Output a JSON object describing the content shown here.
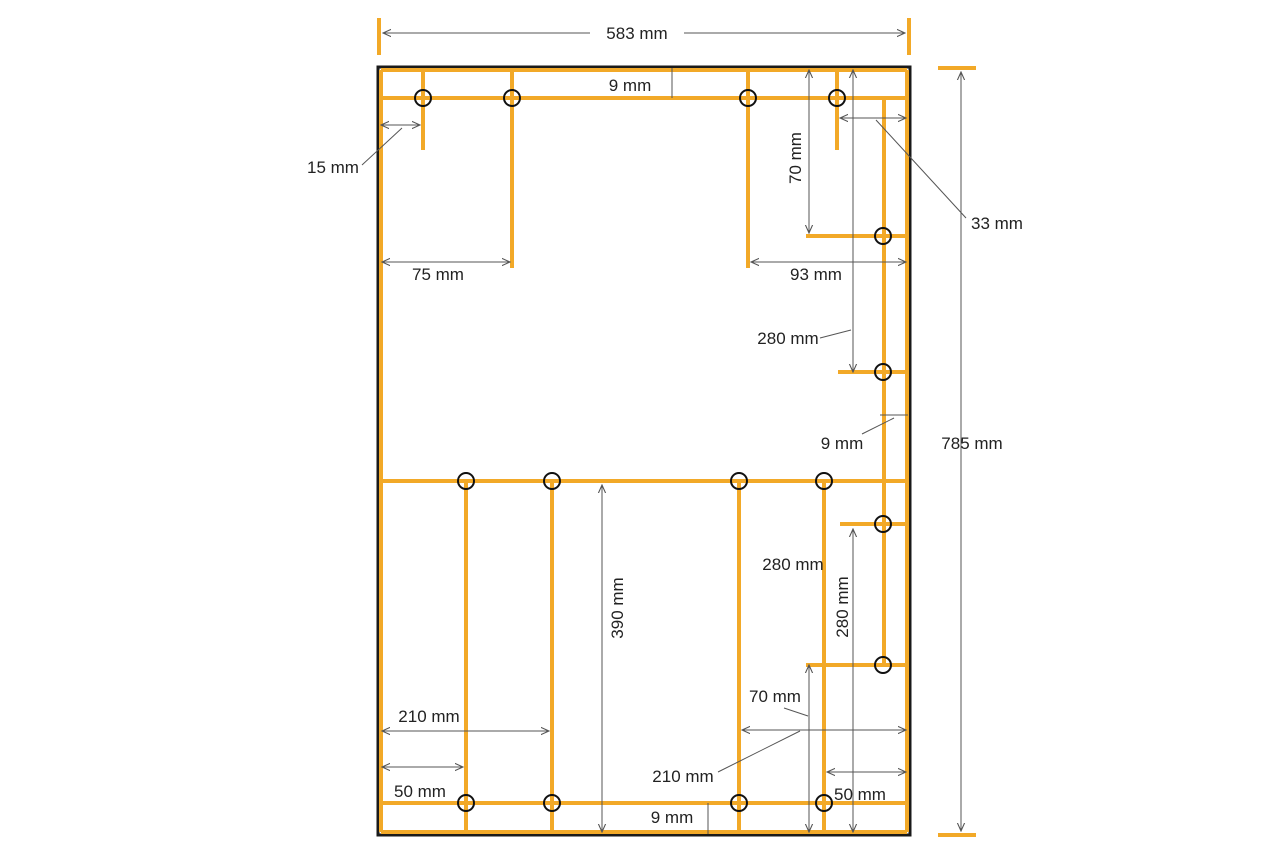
{
  "dimensions": {
    "overall_width": "583 mm",
    "overall_height": "785 mm",
    "top_gap": "9 mm",
    "edge_offset": "15 mm",
    "right_offset": "33 mm",
    "slot_depth": "70 mm",
    "left_slot": "75 mm",
    "right_slot": "93 mm",
    "right_upper_span": "280 mm",
    "right_gap": "9 mm",
    "right_lower_span": "280 mm",
    "right_lower_span_vertical": "280 mm",
    "center_span": "390 mm",
    "bottom_left_210": "210 mm",
    "bottom_left_50": "50 mm",
    "bottom_right_70": "70 mm",
    "bottom_right_210": "210 mm",
    "bottom_right_50": "50 mm",
    "bottom_gap": "9 mm"
  },
  "colors": {
    "cut_line": "#f2a928",
    "dimension_line": "#555555",
    "hole_outline": "#111111",
    "board_outline": "#1a1a1a"
  }
}
